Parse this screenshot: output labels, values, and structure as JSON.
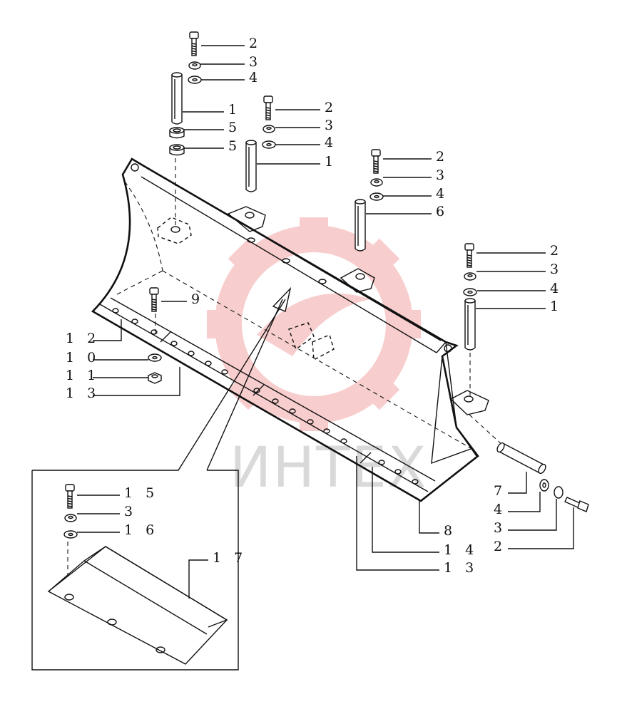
{
  "watermark": {
    "text": "ИНТЕХ",
    "color": "#f4a5a5"
  },
  "callouts": [
    {
      "id": "c-2-a",
      "label": "2"
    },
    {
      "id": "c-3-a",
      "label": "3"
    },
    {
      "id": "c-4-a",
      "label": "4"
    },
    {
      "id": "c-1-a",
      "label": "1"
    },
    {
      "id": "c-5-a",
      "label": "5"
    },
    {
      "id": "c-5-b",
      "label": "5"
    },
    {
      "id": "c-2-b",
      "label": "2"
    },
    {
      "id": "c-3-b",
      "label": "3"
    },
    {
      "id": "c-4-b",
      "label": "4"
    },
    {
      "id": "c-1-b",
      "label": "1"
    },
    {
      "id": "c-2-c",
      "label": "2"
    },
    {
      "id": "c-3-c",
      "label": "3"
    },
    {
      "id": "c-4-c",
      "label": "4"
    },
    {
      "id": "c-6",
      "label": "6"
    },
    {
      "id": "c-2-d",
      "label": "2"
    },
    {
      "id": "c-3-d",
      "label": "3"
    },
    {
      "id": "c-4-d",
      "label": "4"
    },
    {
      "id": "c-1-d",
      "label": "1"
    },
    {
      "id": "c-9",
      "label": "9"
    },
    {
      "id": "c-12",
      "label": "1 2"
    },
    {
      "id": "c-10",
      "label": "1 0"
    },
    {
      "id": "c-11",
      "label": "1 1"
    },
    {
      "id": "c-13-a",
      "label": "1 3"
    },
    {
      "id": "c-15",
      "label": "1 5"
    },
    {
      "id": "c-3-e",
      "label": "3"
    },
    {
      "id": "c-16",
      "label": "1 6"
    },
    {
      "id": "c-17",
      "label": "1 7"
    },
    {
      "id": "c-7",
      "label": "7"
    },
    {
      "id": "c-4-e",
      "label": "4"
    },
    {
      "id": "c-3-f",
      "label": "3"
    },
    {
      "id": "c-2-f",
      "label": "2"
    },
    {
      "id": "c-8",
      "label": "8"
    },
    {
      "id": "c-14",
      "label": "1 4"
    },
    {
      "id": "c-13-b",
      "label": "1 3"
    }
  ]
}
